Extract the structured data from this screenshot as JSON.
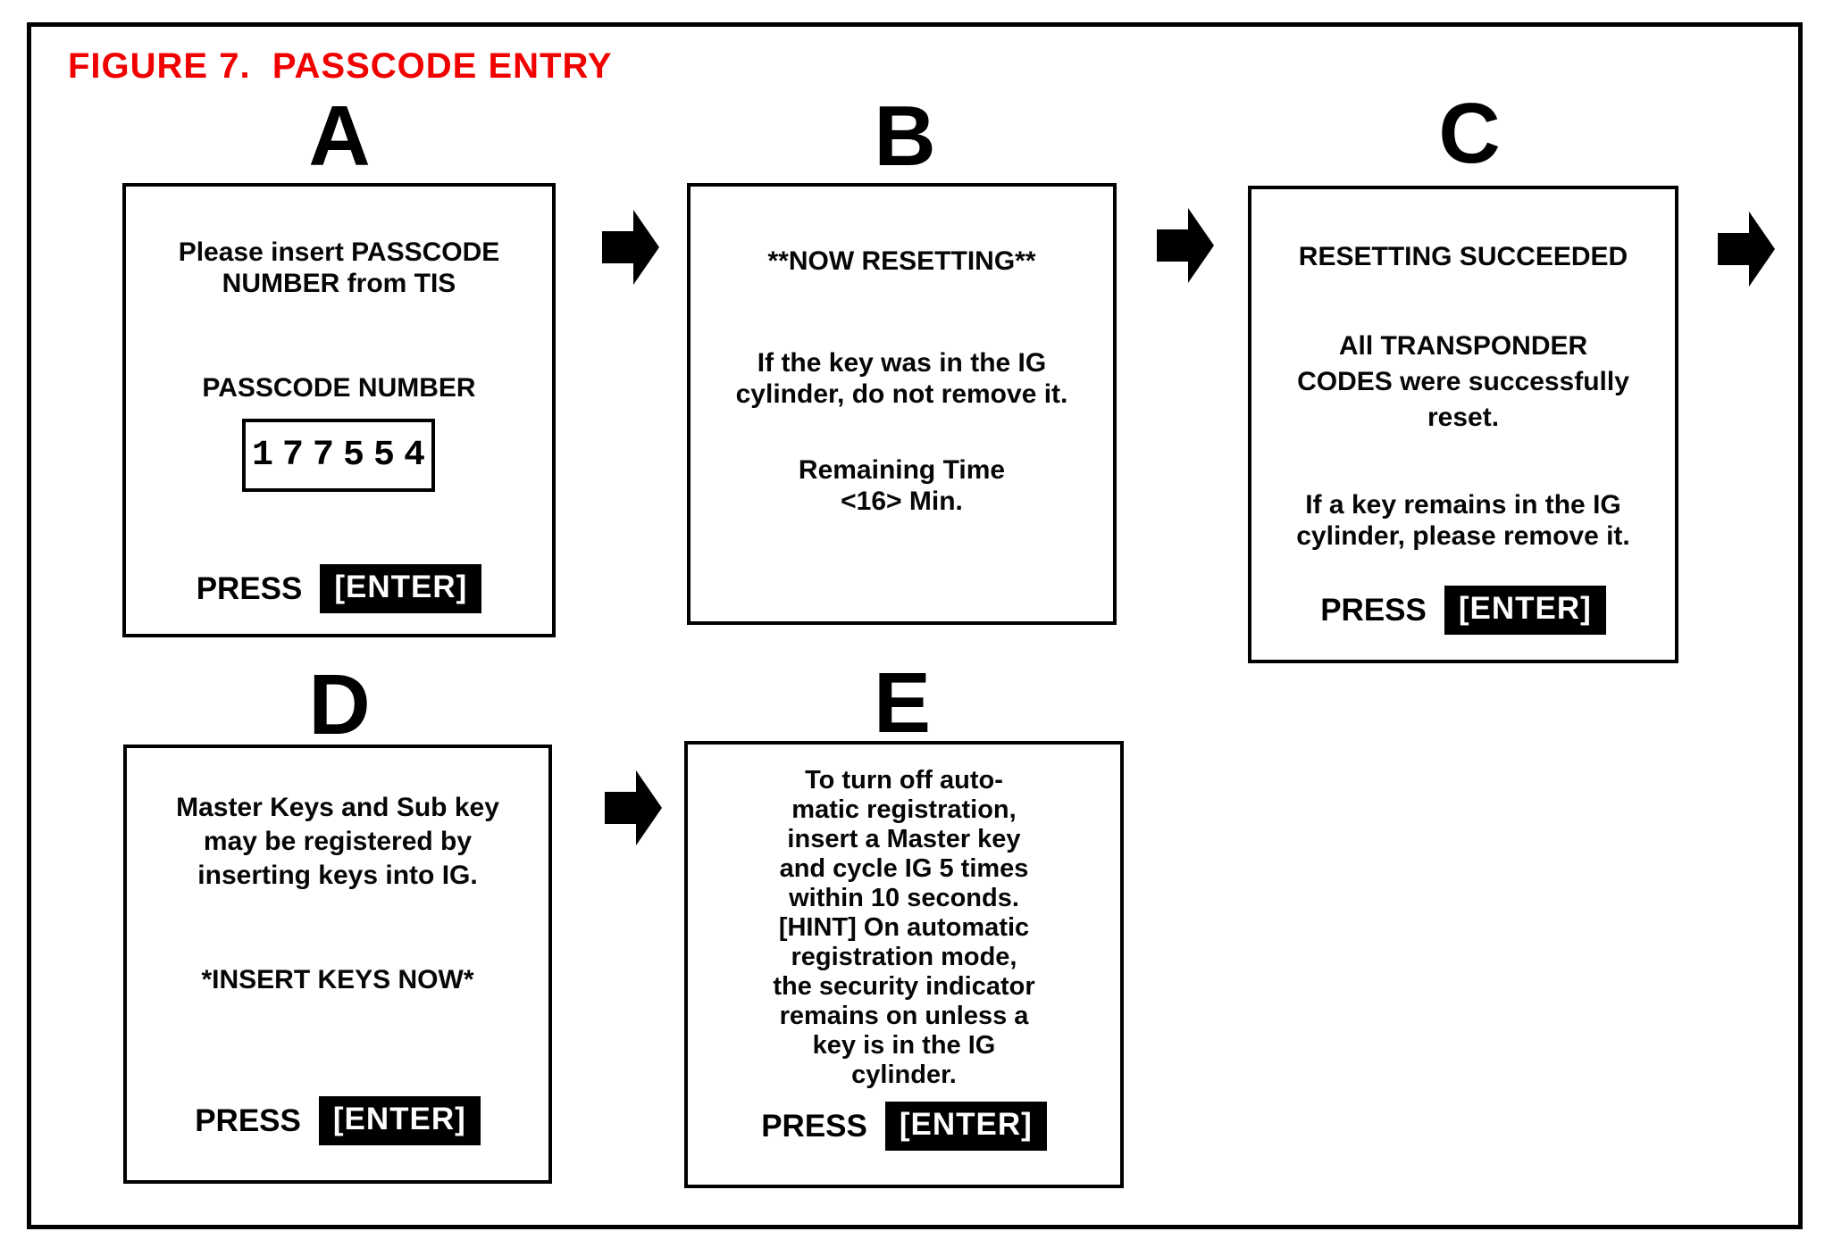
{
  "figure": {
    "title": "FIGURE 7.  PASSCODE ENTRY",
    "title_color": "#f10000",
    "arrow_icon": "black-right-block-arrow",
    "colors": {
      "ink": "#000000",
      "paper": "#ffffff"
    }
  },
  "panels": {
    "a": {
      "letter": "A",
      "intro": "Please insert PASSCODE\nNUMBER from TIS",
      "passcode_label": "PASSCODE NUMBER",
      "passcode_value": "177554",
      "press": "PRESS",
      "enter": "[ENTER]"
    },
    "b": {
      "letter": "B",
      "heading": "**NOW RESETTING**",
      "body": "If the key was in the IG\ncylinder, do not remove it.",
      "remaining": "Remaining Time\n<16> Min."
    },
    "c": {
      "letter": "C",
      "heading": "RESETTING SUCCEEDED",
      "body1": "All TRANSPONDER\nCODES were successfully\nreset.",
      "body2": "If a key remains in the IG\ncylinder, please remove it.",
      "press": "PRESS",
      "enter": "[ENTER]"
    },
    "d": {
      "letter": "D",
      "body": "Master Keys and Sub key\nmay be registered by\ninserting keys into IG.",
      "insert_line": "*INSERT KEYS NOW*",
      "press": "PRESS",
      "enter": "[ENTER]"
    },
    "e": {
      "letter": "E",
      "body": "To turn off auto-\nmatic registration,\ninsert a Master key\nand cycle IG 5 times\nwithin 10 seconds.\n[HINT] On automatic\nregistration mode,\nthe security indicator\nremains on unless a\nkey is in the IG\ncylinder.",
      "press": "PRESS",
      "enter": "[ENTER]"
    }
  }
}
